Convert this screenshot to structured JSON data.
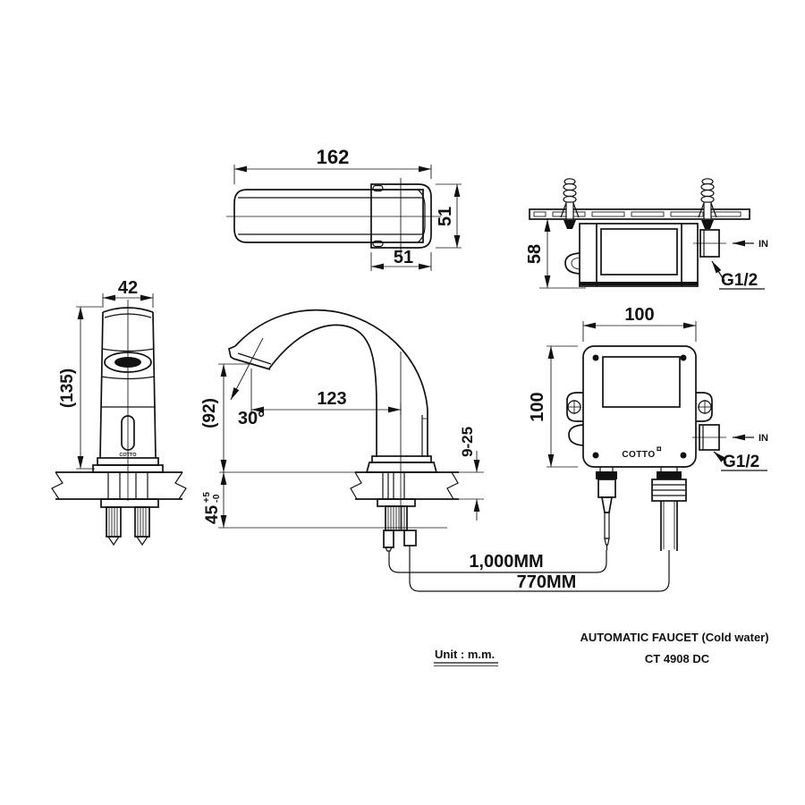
{
  "notes": {
    "unit": "Unit : m.m.",
    "title": "AUTOMATIC FAUCET (Cold water)",
    "model": "CT 4908 DC"
  },
  "brand": "COTTO",
  "colors": {
    "line": "#111111",
    "background": "#ffffff"
  },
  "spout_top_view": {
    "length": "162",
    "diameter": "51",
    "mount_width": "51"
  },
  "mounting_view": {
    "under_deck_depth": "58",
    "inlet_label": "IN",
    "inlet_thread": "G1/2"
  },
  "front_view": {
    "body_width": "42",
    "overall_height": "(135)"
  },
  "side_view": {
    "spout_height": "(92)",
    "spout_reach": "123",
    "outlet_angle": "30°",
    "deck_thickness_range": "9-25",
    "shank_length": "45",
    "shank_tol_plus": "+5",
    "shank_tol_minus": "-0"
  },
  "control_box_view": {
    "width": "100",
    "height": "100",
    "inlet_label": "IN",
    "inlet_thread": "G1/2"
  },
  "hoses": {
    "sensor_cable_length": "1,000MM",
    "supply_hose_length": "770MM"
  }
}
